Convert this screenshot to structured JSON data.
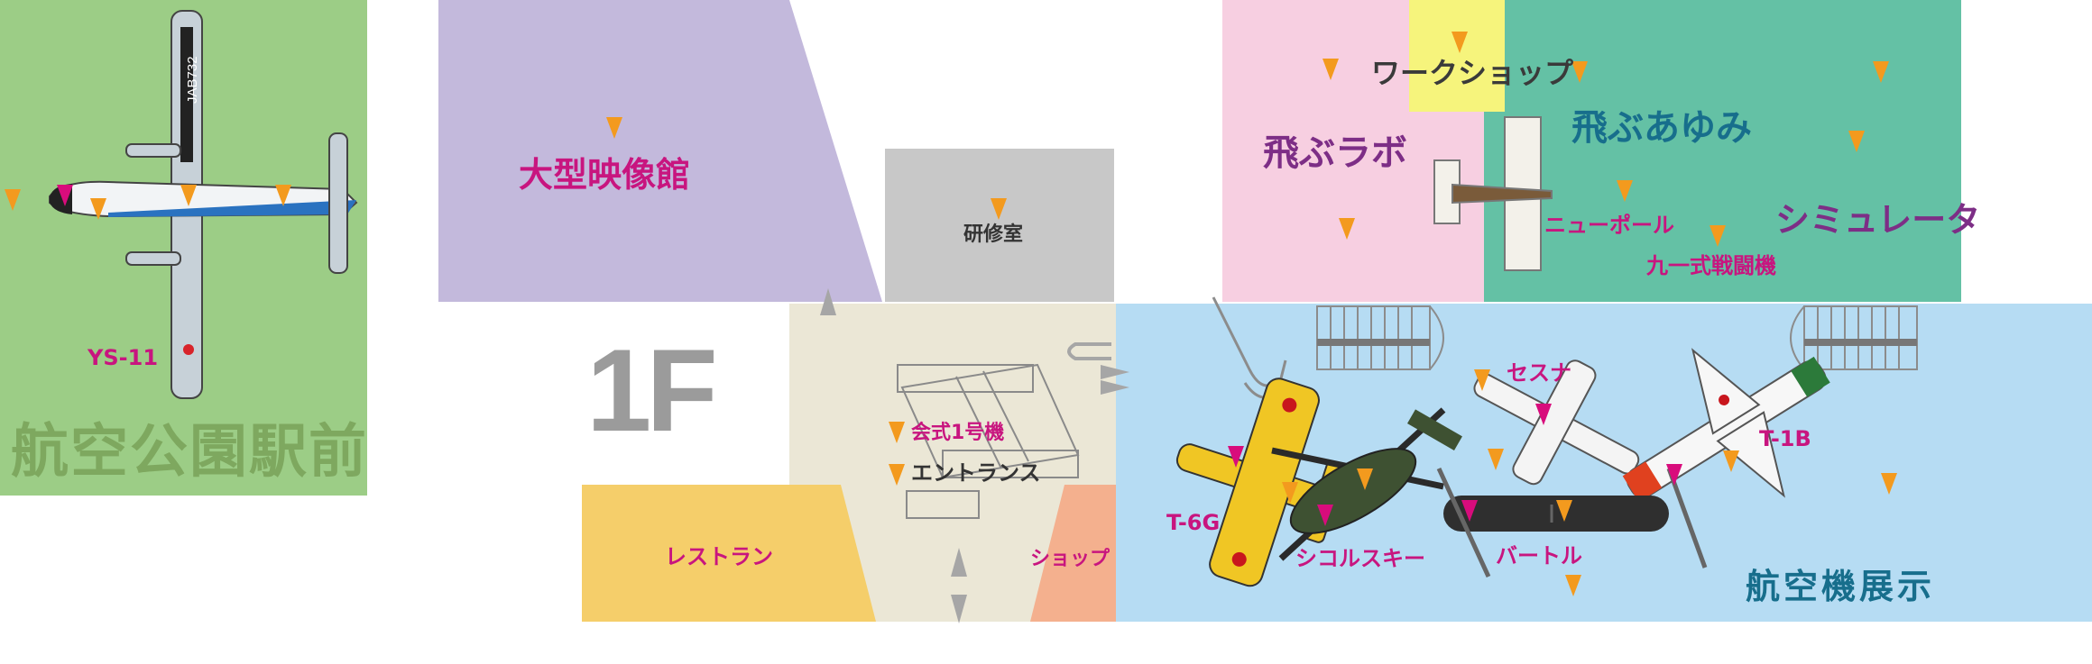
{
  "floor": "1F",
  "colors": {
    "station": "#9ccd86",
    "theater": "#c3b9dc",
    "training": "#c8c8c8",
    "entrance": "#ebe7d6",
    "restaurant": "#f5ce6a",
    "shop": "#f4b08e",
    "lab": "#f7cfe1",
    "workshop": "#f6f47c",
    "ayumi": "#64c1a5",
    "exhibition": "#b6dcf3",
    "magenta": "#c8157f",
    "teal_text": "#176e8c",
    "purple_text": "#7d2e86",
    "pin": "#f39a1e",
    "pin_active": "#d80c7c"
  },
  "zones": {
    "station": {
      "name": "航空公園駅前",
      "aircraft": "YS-11",
      "registration": "JAB732"
    },
    "theater": {
      "name": "大型映像館"
    },
    "training": {
      "name": "研修室"
    },
    "entrance": {
      "name": "エントランス",
      "aircraft": "会式1号機"
    },
    "restaurant": {
      "name": "レストラン"
    },
    "shop": {
      "name": "ショップ"
    },
    "lab": {
      "name": "飛ぶラボ"
    },
    "workshop": {
      "name": "ワークショップ"
    },
    "ayumi": {
      "name": "飛ぶあゆみ",
      "aircraft": [
        "ニューポール",
        "九一式戦闘機"
      ],
      "simulator": "シミュレータ"
    },
    "exhibition": {
      "name": "航空機展示",
      "aircraft": [
        "セスナ",
        "T-1B",
        "T-6G",
        "シコルスキー",
        "バートル"
      ]
    }
  },
  "icons": [
    "location-pin-icon",
    "stairs-icon",
    "escalator-arrow-icon",
    "elevator-icon",
    "airplane-icon",
    "helicopter-icon"
  ]
}
